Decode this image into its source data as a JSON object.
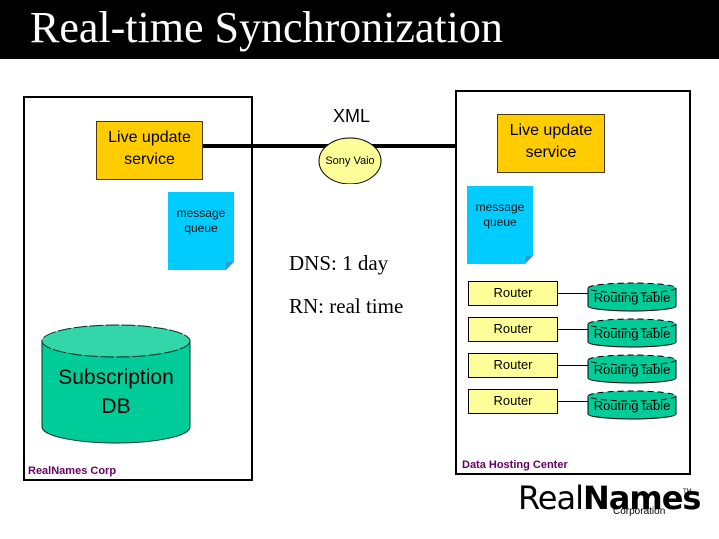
{
  "title": "Real-time Synchronization",
  "left_panel": {
    "label": "RealNames Corp",
    "live_update": [
      "Live update",
      "service"
    ],
    "message_queue": [
      "message",
      "queue"
    ],
    "database": [
      "Subscription",
      "DB"
    ]
  },
  "connector": {
    "protocol_label": "XML",
    "node_label": "Sony Vaio"
  },
  "timing": {
    "dns": "DNS: 1 day",
    "rn": "RN: real time"
  },
  "right_panel": {
    "label": "Data Hosting Center",
    "live_update": [
      "Live update",
      "service"
    ],
    "message_queue": [
      "message",
      "queue"
    ],
    "routers": [
      {
        "router": "Router",
        "table": "Routing table"
      },
      {
        "router": "Router",
        "table": "Routing table"
      },
      {
        "router": "Router",
        "table": "Routing table"
      },
      {
        "router": "Router",
        "table": "Routing table"
      }
    ]
  },
  "logo": {
    "real": "Real",
    "names": "Names",
    "tm": "TM",
    "sub": "Corporation"
  },
  "colors": {
    "live_update_fill": "#ffcc00",
    "message_queue_fill": "#00ccff",
    "database_fill": "#00cc99",
    "router_fill": "#ffff99",
    "node_fill": "#ffff99",
    "panel_label": "#660066"
  }
}
